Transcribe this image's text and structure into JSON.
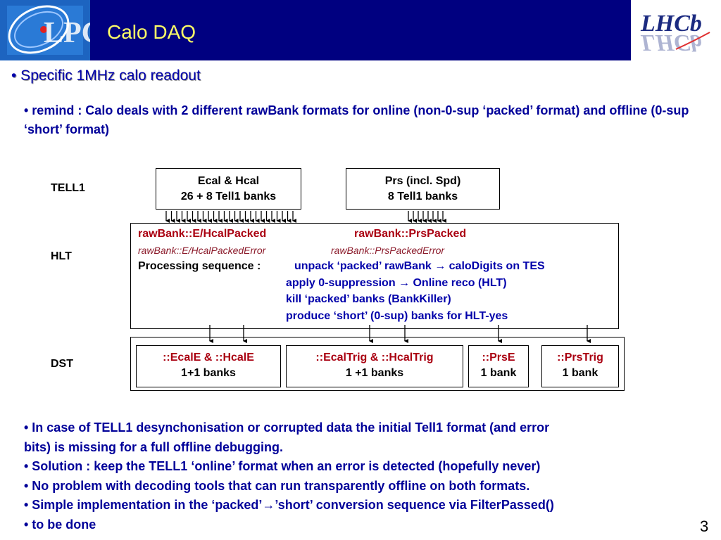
{
  "header": {
    "title": "Calo DAQ",
    "left_logo_text": "LPC",
    "right_logo_text": "LHCb"
  },
  "subtitle": "• Specific 1MHz calo readout",
  "remind": "• remind :  Calo deals with 2 different rawBank formats for online (non-0-sup ‘packed’ format) and offline (0-sup ‘short’ format)",
  "diagram": {
    "row_labels": {
      "tell1": "TELL1",
      "hlt": "HLT",
      "dst": "DST"
    },
    "tell1_boxes": [
      {
        "line1": "Ecal & Hcal",
        "line2": "26 + 8 Tell1 banks"
      },
      {
        "line1": "Prs (incl. Spd)",
        "line2": "8 Tell1 banks"
      }
    ],
    "hlt": {
      "bank1": "rawBank::E/HcalPacked",
      "bank2": "rawBank::PrsPacked",
      "err1": "rawBank::E/HcalPackedError",
      "err2": "rawBank::PrsPackedError",
      "seq_label": "Processing sequence : ",
      "steps": [
        "unpack ‘packed’ rawBank → caloDigits on TES",
        "apply 0-suppression →  Online reco (HLT)",
        "kill ‘packed’ banks (BankKiller)",
        "produce ‘short’ (0-sup) banks for HLT-yes"
      ]
    },
    "dst_boxes": [
      {
        "line1": "::EcalE & ::HcalE",
        "line2": "1+1 banks"
      },
      {
        "line1": "::EcalTrig & ::HcalTrig",
        "line2": "1 +1 banks"
      },
      {
        "line1": "::PrsE",
        "line2": "1 bank"
      },
      {
        "line1": "::PrsTrig",
        "line2": "1 bank"
      }
    ]
  },
  "notes": [
    "• In case of TELL1 desynchonisation or corrupted data the initial Tell1 format (and error",
    "bits) is missing  for a full offline debugging.",
    "• Solution : keep the TELL1 ‘online’ format when an error is detected (hopefully never)",
    "• No problem with decoding tools that can run transparently offline on both formats.",
    "• Simple implementation in the ‘packed’→’short’ conversion sequence via FilterPassed()",
    "• to be done"
  ],
  "page_number": "3",
  "colors": {
    "header_bg": "#000080",
    "title": "#ffff66",
    "body_text": "#000099",
    "bank_red": "#aa0011"
  }
}
